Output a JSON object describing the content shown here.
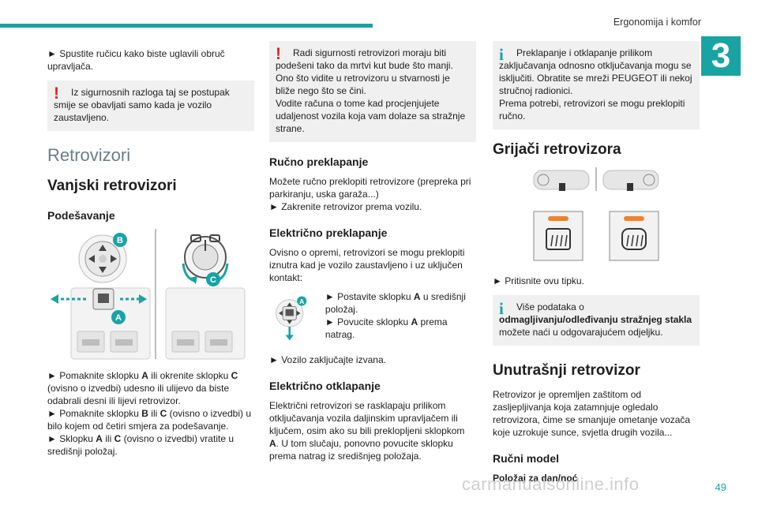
{
  "header": {
    "section_title": "Ergonomija i komfor",
    "chapter_number": "3"
  },
  "col1": {
    "intro": "Spustite ručicu kako biste uglavili obruč upravljača.",
    "warn1": {
      "line1": "Iz sigurnosnih razloga taj se postupak",
      "rest": "smije se obavljati samo kada je vozilo zaustavljeno."
    },
    "chapter_heading": "Retrovizori",
    "h_outer": "Vanjski retrovizori",
    "h_adjust": "Podešavanje",
    "fig_labels": {
      "A": "A",
      "B": "B",
      "C": "C"
    },
    "p1_a": "Pomaknite sklopku ",
    "p1_A": "A",
    "p1_b": " ili okrenite sklopku ",
    "p1_C": "C",
    "p1_c": " (ovisno o izvedbi) udesno ili ulijevo da biste odabrali desni ili lijevi retrovizor.",
    "p2_a": "Pomaknite sklopku ",
    "p2_B": "B",
    "p2_b": " ili ",
    "p2_C": "C",
    "p2_c": " (ovisno o izvedbi) u bilo kojem od četiri smjera za podešavanje.",
    "p3_a": "Sklopku ",
    "p3_A": "A",
    "p3_b": " ili ",
    "p3_C": "C",
    "p3_c": " (ovisno o izvedbi) vratite u središnji položaj."
  },
  "col2": {
    "warn": {
      "line1": "Radi sigurnosti retrovizori moraju biti",
      "rest": "podešeni tako da mrtvi kut bude što manji.",
      "p2": "Ono što vidite u retrovizoru u stvarnosti je bliže nego što se čini.",
      "p3": "Vodite računa o tome kad procjenjujete udaljenost vozila koja vam dolaze sa stražnje strane."
    },
    "h_manual": "Ručno preklapanje",
    "manual_text": "Možete ručno preklopiti retrovizore (prepreka pri parkiranju, uska garaža...)",
    "manual_bullet": "Zakrenite retrovizor prema vozilu.",
    "h_electric": "Električno preklapanje",
    "electric_text": "Ovisno o opremi, retrovizori se mogu preklopiti iznutra kad je vozilo zaustavljeno i uz uključen kontakt:",
    "eb1_a": "Postavite sklopku ",
    "eb1_A": "A",
    "eb1_b": " u središnji položaj.",
    "eb2_a": "Povucite sklopku ",
    "eb2_A": "A",
    "eb2_b": " prema natrag.",
    "fig_label": "A",
    "lock_bullet": "Vozilo zaključajte izvana.",
    "h_unfold": "Električno otklapanje",
    "unfold_a": "Električni retrovizori se rasklapaju prilikom otključavanja vozila daljinskim upravljačem ili ključem, osim ako su bili preklopljeni sklopkom ",
    "unfold_A": "A",
    "unfold_b": ". U tom slučaju, ponovno povucite sklopku prema natrag iz središnjeg položaja."
  },
  "col3": {
    "info1": {
      "line1": "Preklapanje i otklapanje prilikom",
      "rest": "zaključavanja odnosno otključavanja mogu se isključiti. Obratite se mreži PEUGEOT ili nekoj stručnoj radionici.",
      "p2": "Prema potrebi, retrovizori se mogu preklopiti ručno."
    },
    "h_heaters": "Grijači retrovizora",
    "press_bullet": "Pritisnite ovu tipku.",
    "info2": {
      "pre": "Više podataka o ",
      "bold": "odmagljivanju/odleđivanju stražnjeg stakla",
      "post": " možete naći u odgovarajućem odjeljku."
    },
    "h_inner": "Unutrašnji retrovizor",
    "inner_text": "Retrovizor je opremljen zaštitom od zasljepljivanja koja zatamnjuje ogledalo retrovizora, čime se smanjuje ometanje vozača koje uzrokuje sunce, svjetla drugih vozila...",
    "h_manual_model": "Ručni model",
    "h_day_night": "Položaj za dan/noć"
  },
  "footer": {
    "site": "carmanualsonline.info",
    "page": "49"
  },
  "colors": {
    "accent": "#1aa3a3",
    "warning": "#e2231a",
    "heading_gray": "#6d7c88",
    "note_bg": "#f0f0f0"
  }
}
